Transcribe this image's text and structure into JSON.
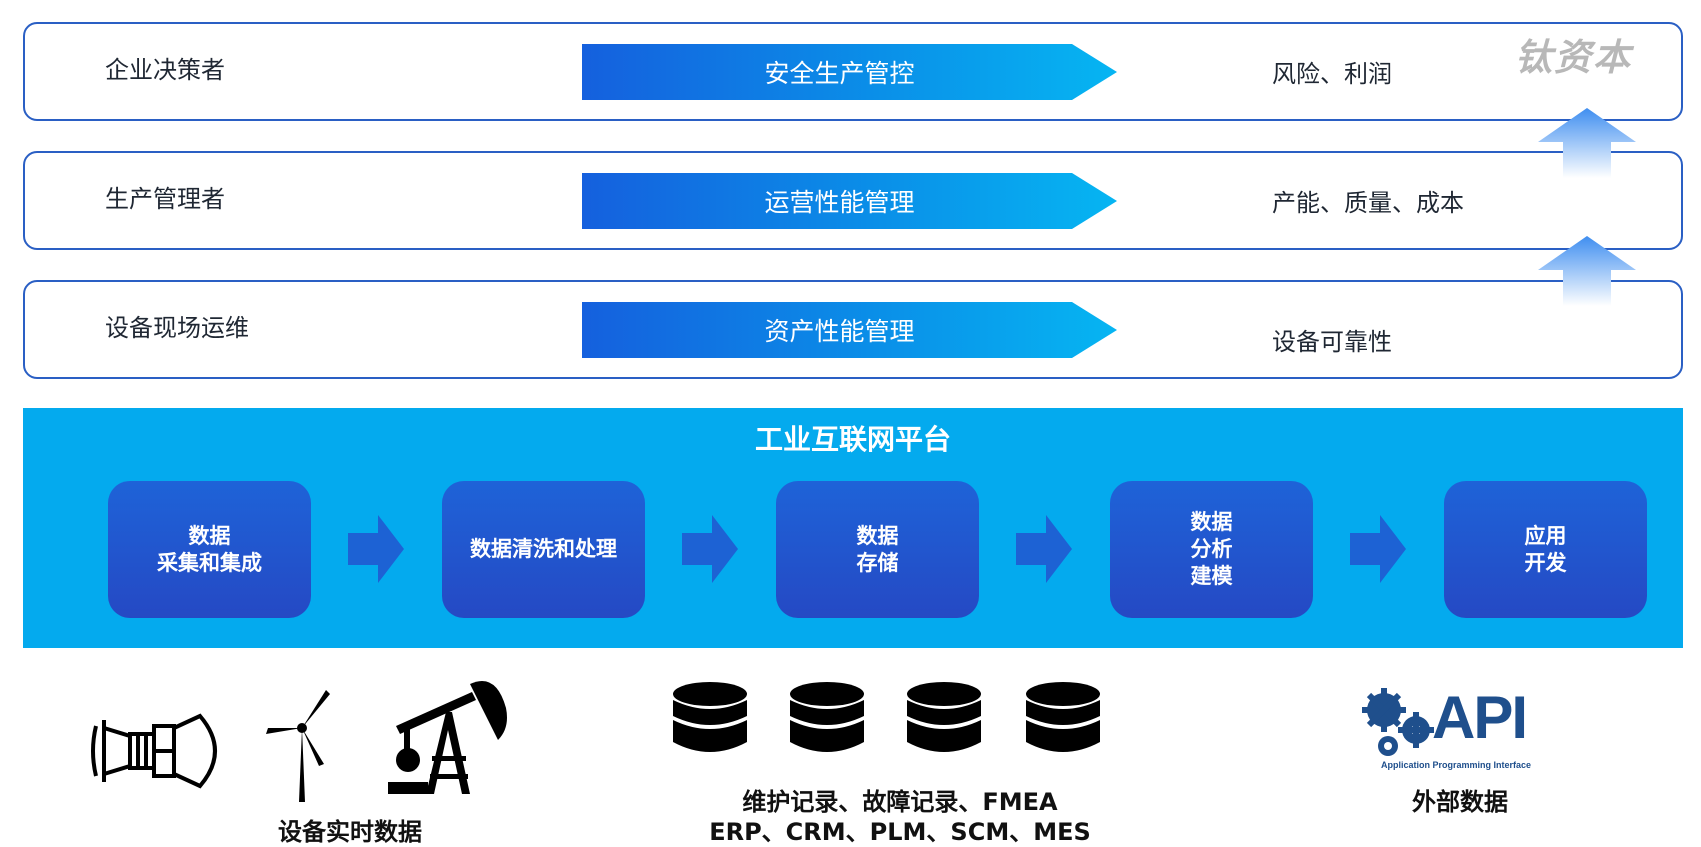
{
  "tiers": [
    {
      "label": "企业决策者",
      "arrow": "安全生产管控",
      "output": "风险、利润"
    },
    {
      "label": "生产管理者",
      "arrow": "运营性能管理",
      "output": "产能、质量、成本"
    },
    {
      "label": "设备现场运维",
      "arrow": "资产性能管理",
      "output": "设备可靠性"
    }
  ],
  "watermark": "钛资本",
  "platform": {
    "title": "工业互联网平台",
    "steps": [
      "数据\n采集和集成",
      "数据清洗和处理",
      "数据\n存储",
      "数据\n分析\n建模",
      "应用\n开发"
    ]
  },
  "sources": {
    "equipment_label": "设备实时数据",
    "records_line1": "维护记录、故障记录、FMEA",
    "records_line2": "ERP、CRM、PLM、SCM、MES",
    "api_text": "API",
    "api_subtext": "Application Programming Interface",
    "external_label": "外部数据"
  },
  "colors": {
    "tier_border": "#2a5fc4",
    "platform_bg": "#04aaee",
    "step_bg": "#2549c4"
  },
  "icons": [
    "turbine-engine-icon",
    "wind-turbine-icon",
    "oil-pump-icon",
    "database-icon",
    "gears-icon"
  ]
}
